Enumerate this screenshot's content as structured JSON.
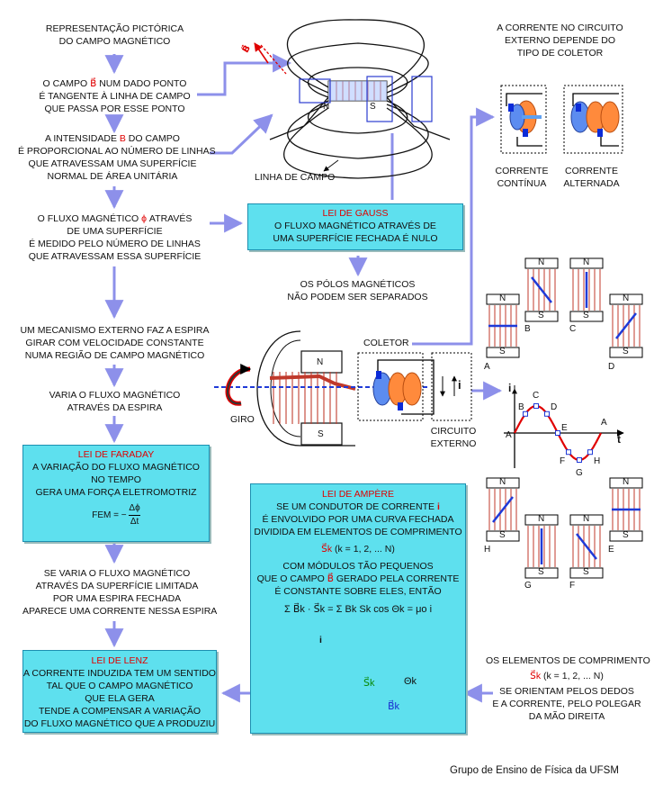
{
  "left": {
    "pictorial": [
      "REPRESENTAÇÃO PICTÓRICA",
      "DO CAMPO MAGNÉTICO"
    ],
    "tangent": {
      "0a": "O CAMPO ",
      "symbol": "B⃗",
      "0b": " NUM DADO PONTO",
      "1": "É TANGENTE À LINHA DE CAMPO",
      "2": "QUE PASSA POR ESSE PONTO"
    },
    "intensity": {
      "0a": "A INTENSIDADE ",
      "symbol": "B",
      "0b": " DO CAMPO",
      "1": "É PROPORCIONAL AO NÚMERO DE LINHAS",
      "2": "QUE ATRAVESSAM UMA SUPERFÍCIE",
      "3": "NORMAL DE ÁREA UNITÁRIA"
    },
    "flux": {
      "0a": "O FLUXO MAGNÉTICO ",
      "symbol": "ϕ",
      "0b": " ATRAVÉS",
      "1": "DE UMA SUPERFÍCIE",
      "2": "É MEDIDO PELO NÚMERO DE LINHAS",
      "3": "QUE ATRAVESSAM ESSA SUPERFÍCIE"
    },
    "mechanism": [
      "UM MECANISMO EXTERNO FAZ A ESPIRA",
      "GIRAR COM VELOCIDADE CONSTANTE",
      "NUMA REGIÃO DE CAMPO MAGNÉTICO"
    ],
    "varies": [
      "VARIA O FLUXO MAGNÉTICO",
      "ATRAVÉS DA ESPIRA"
    ],
    "induced": [
      "SE VARIA O FLUXO MAGNÉTICO",
      "ATRAVÉS DA SUPERFÍCIE LIMITADA",
      "POR UMA ESPIRA FECHADA",
      "APARECE UMA CORRENTE NESSA ESPIRA"
    ]
  },
  "faraday": {
    "title": "LEI DE FARADAY",
    "line0": "A VARIAÇÃO DO FLUXO MAGNÉTICO",
    "line1": "NO TEMPO",
    "line2": "GERA UMA FORÇA ELETROMOTRIZ",
    "fem": "FEM = −",
    "num": "Δϕ",
    "den": "Δt"
  },
  "lenz": {
    "title": "LEI DE LENZ",
    "line0": "A CORRENTE INDUZIDA TEM UM SENTIDO",
    "line1": "TAL QUE O CAMPO MAGNÉTICO",
    "line2": "QUE ELA GERA",
    "line3": "TENDE A COMPENSAR A VARIAÇÃO",
    "line4": "DO FLUXO MAGNÉTICO QUE A PRODUZIU"
  },
  "magnet": {
    "north": "N",
    "south": "S",
    "b_label": "B⃗",
    "field_line": "LINHA DE CAMPO"
  },
  "gauss": {
    "title": "LEI DE GAUSS",
    "line0": "O FLUXO MAGNÉTICO ATRAVÉS DE",
    "line1": "UMA SUPERFÍCIE FECHADA É NULO"
  },
  "center": {
    "poles": [
      "OS PÓLOS MAGNÉTICOS",
      "NÃO PODEM SER SEPARADOS"
    ]
  },
  "generator": {
    "collector": "COLETOR",
    "north": "N",
    "south": "S",
    "rotation": "GIRO",
    "current": "i",
    "external": [
      "CIRCUITO",
      "EXTERNO"
    ]
  },
  "ampere": {
    "title": "LEI DE AMPÈRE",
    "line0": "SE UM CONDUTOR DE CORRENTE ",
    "i": "i",
    "line1": "É ENVOLVIDO POR UMA CURVA FECHADA",
    "line2": "DIVIDIDA EM ELEMENTOS DE COMPRIMENTO",
    "sk": "S⃗k",
    "k_range": " (k = 1, 2, ... N)",
    "line3": "COM MÓDULOS TÃO PEQUENOS",
    "line4a": "QUE O CAMPO ",
    "line4b": "B⃗",
    "line4c": " GERADO PELA CORRENTE",
    "line5": "É CONSTANTE SOBRE ELES, ENTÃO",
    "formula": "Σ B⃗k · S⃗k = Σ Bk Sk cos Θk = μo i",
    "fig_i": "i",
    "fig_sk": "S⃗k",
    "fig_bk": "B⃗k",
    "fig_theta": "Θk"
  },
  "right": {
    "collector": [
      "A CORRENTE NO CIRCUITO",
      "EXTERNO DEPENDE DO",
      "TIPO DE COLETOR"
    ],
    "dc": [
      "CORRENTE",
      "CONTÍNUA"
    ],
    "ac": [
      "CORRENTE",
      "ALTERNADA"
    ],
    "orient": {
      "0": "OS ELEMENTOS DE COMPRIMENTO",
      "sk": "S⃗k",
      "range": " (k = 1, 2, ... N)",
      "1": "SE ORIENTAM PELOS DEDOS",
      "2": "E A CORRENTE, PELO POLEGAR",
      "3": "DA MÃO DIREITA"
    }
  },
  "coils": [
    {
      "letter": "A",
      "orientation": "horizontal"
    },
    {
      "letter": "B",
      "orientation": "diagonal-down"
    },
    {
      "letter": "C",
      "orientation": "vertical"
    },
    {
      "letter": "D",
      "orientation": "diagonal-up"
    },
    {
      "letter": "H",
      "orientation": "diagonal-up"
    },
    {
      "letter": "G",
      "orientation": "vertical"
    },
    {
      "letter": "F",
      "orientation": "diagonal-down"
    },
    {
      "letter": "E",
      "orientation": "horizontal"
    }
  ],
  "coil_pole_labels": {
    "north": "N",
    "south": "S"
  },
  "graph": {
    "yaxis": "i",
    "xaxis": "t",
    "points": [
      "A",
      "B",
      "C",
      "D",
      "E",
      "F",
      "G",
      "H",
      "A"
    ]
  },
  "footer": {
    "credit": "Grupo de Ensino de Física da UFSM"
  }
}
